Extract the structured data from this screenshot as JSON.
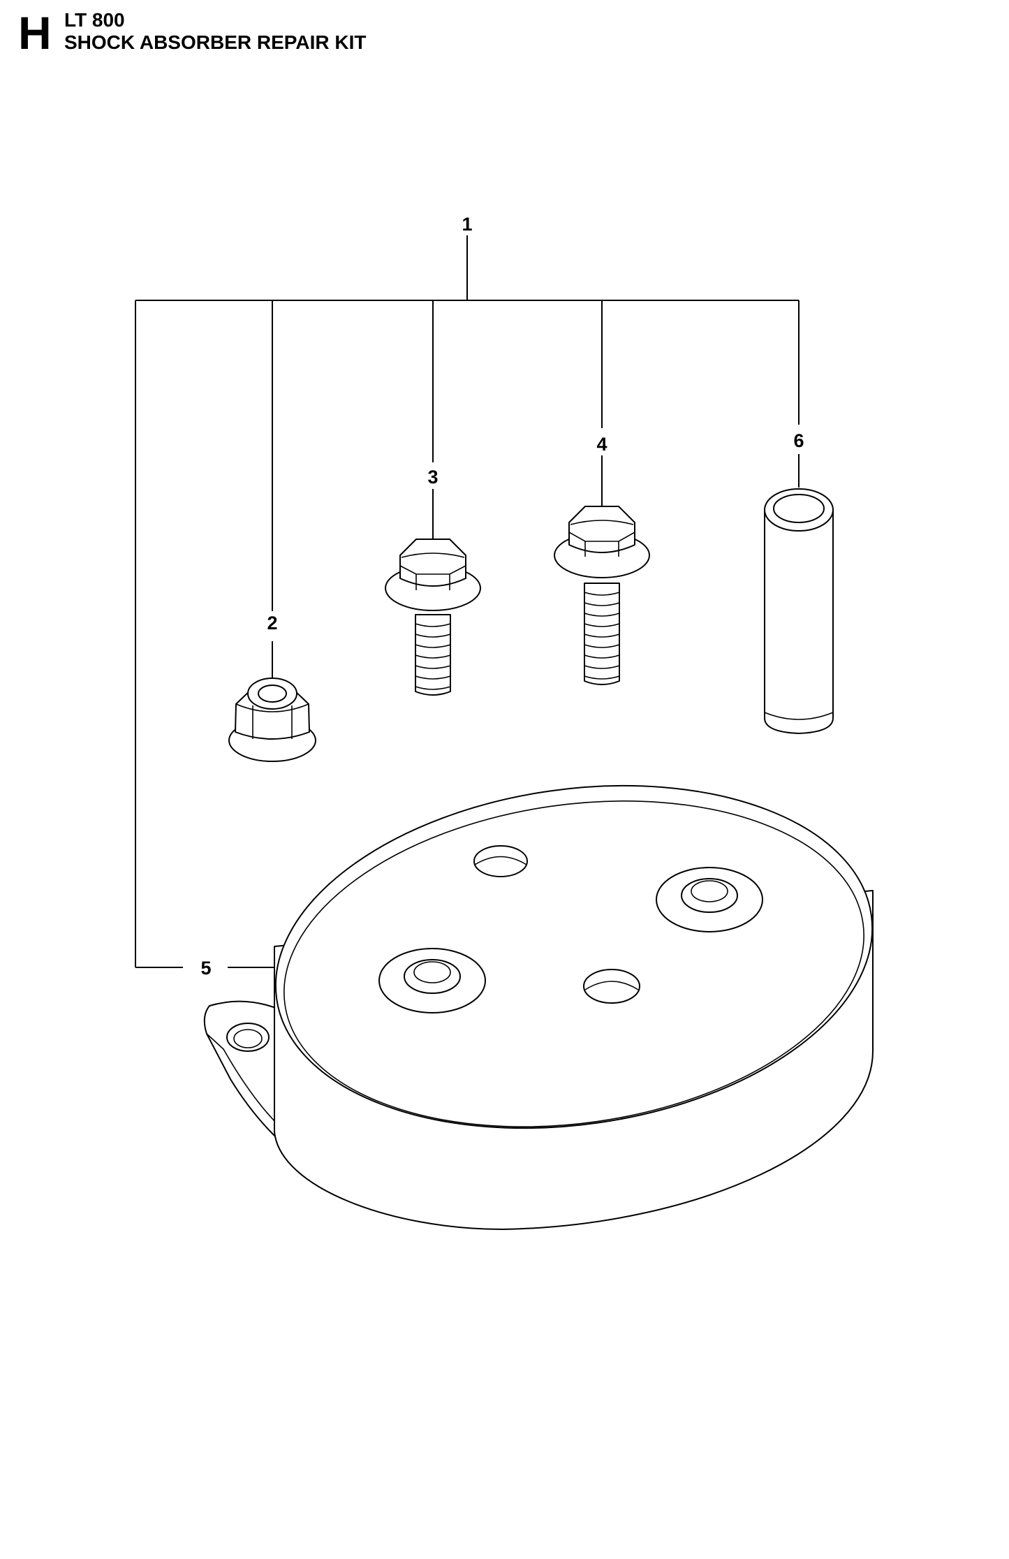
{
  "header": {
    "section_letter": "H",
    "model": "LT 800",
    "title": "SHOCK ABSORBER REPAIR KIT"
  },
  "callouts": {
    "kit": "1",
    "nut": "2",
    "bolt_short": "3",
    "bolt_long": "4",
    "absorber": "5",
    "pin": "6"
  }
}
